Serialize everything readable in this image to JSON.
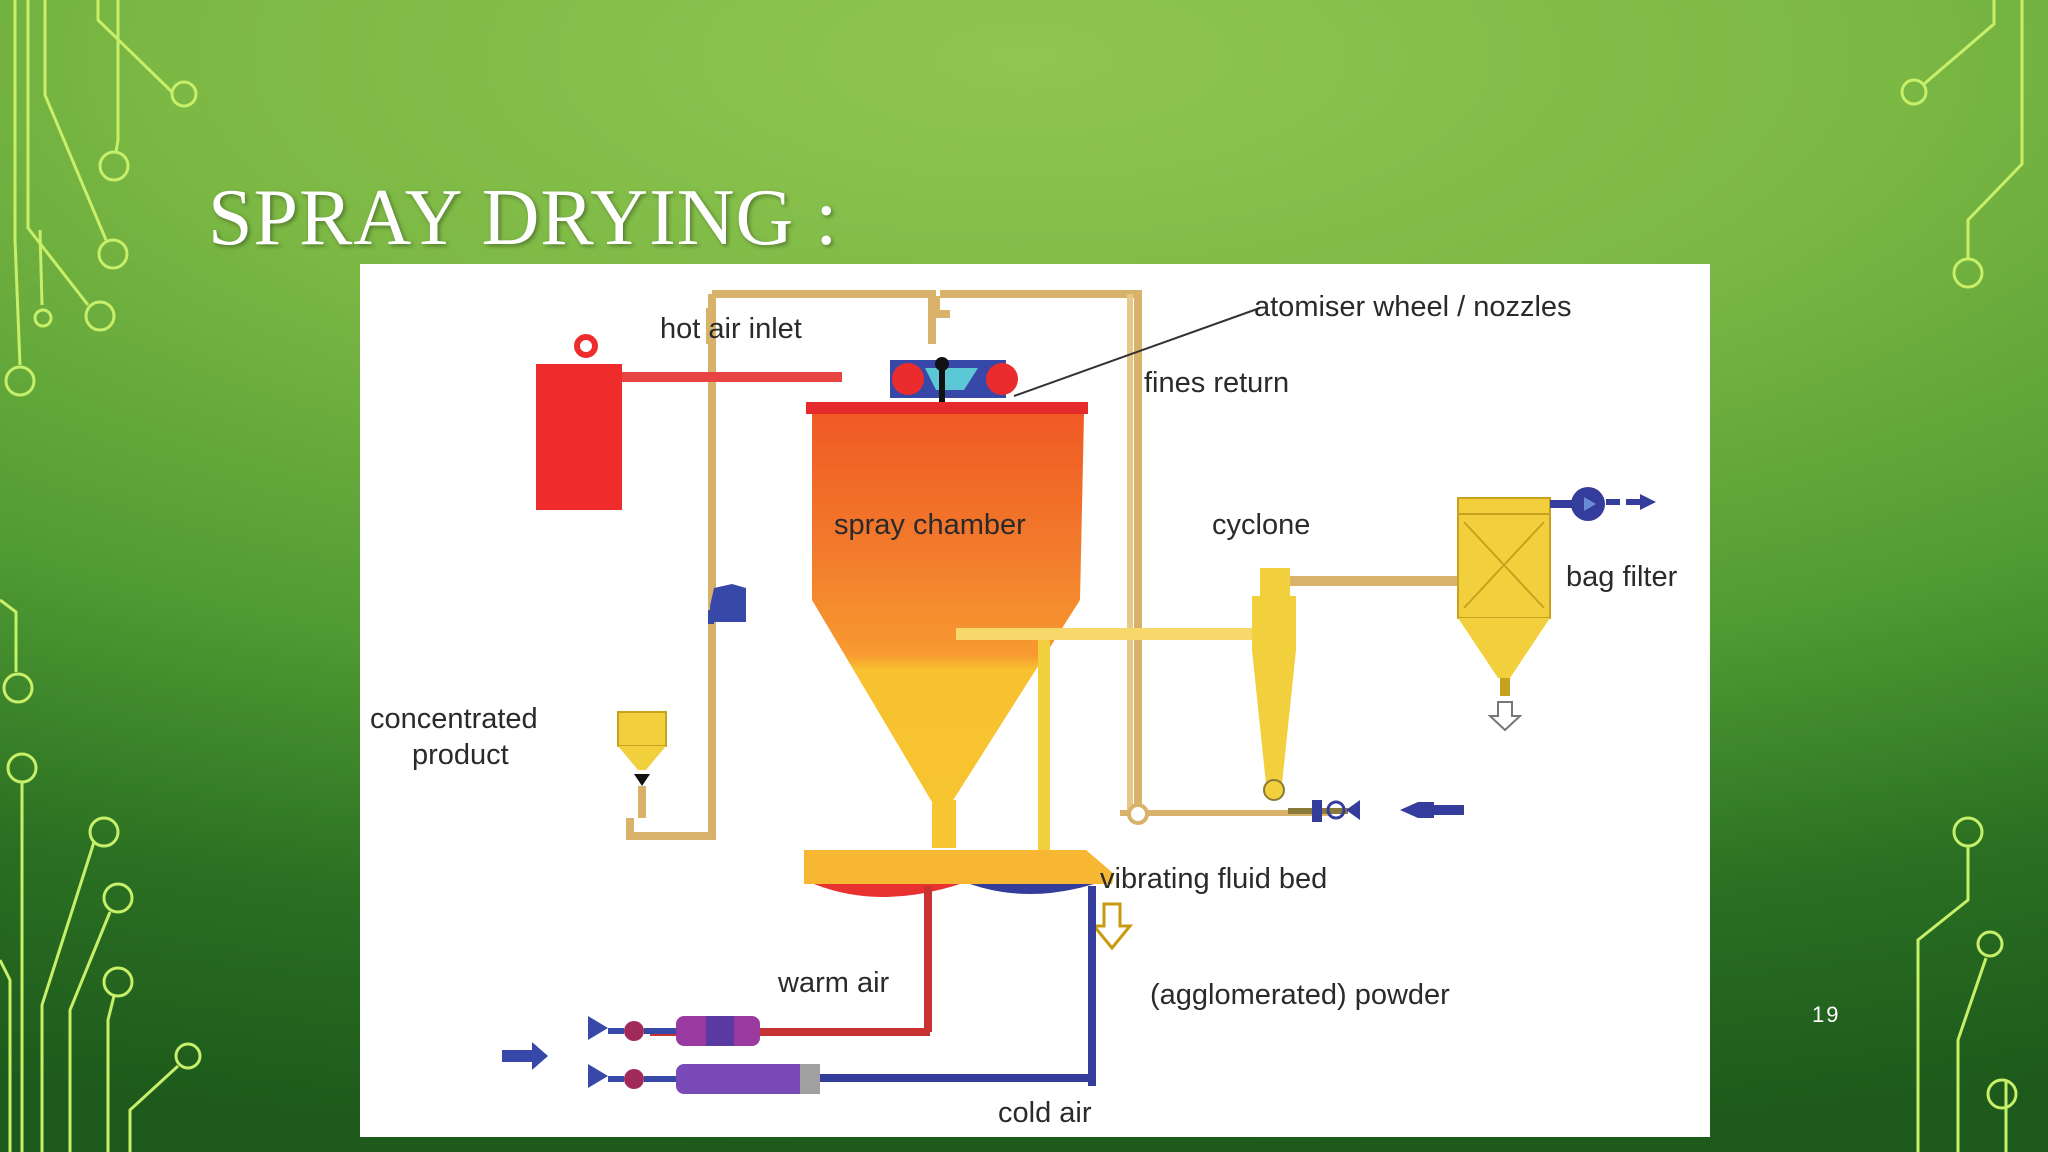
{
  "slide": {
    "title": "SPRAY DRYING :",
    "page_number": "19"
  },
  "diagram": {
    "labels": {
      "hot_air_inlet": "hot air inlet",
      "atomiser": "atomiser wheel / nozzles",
      "fines_return": "fines return",
      "spray_chamber": "spray chamber",
      "cyclone": "cyclone",
      "bag_filter": "bag filter",
      "concentrated_product_line1": "concentrated",
      "concentrated_product_line2": "product",
      "vibrating_fluid_bed": "vibrating fluid bed",
      "warm_air": "warm air",
      "powder": "(agglomerated) powder",
      "cold_air": "cold air"
    },
    "icons": [
      "heater-icon",
      "pump-icon",
      "fan-icon",
      "blower-icon",
      "arrow-icon"
    ],
    "colors": {
      "hot_air": "#e83232",
      "chamber_top": "#f06a28",
      "chamber_mid": "#f79a30",
      "chamber_bottom": "#f7c531",
      "yellow_equipment": "#f2cf3c",
      "pipe_tan": "#d8b26a",
      "cold_blue": "#343d9c"
    }
  }
}
